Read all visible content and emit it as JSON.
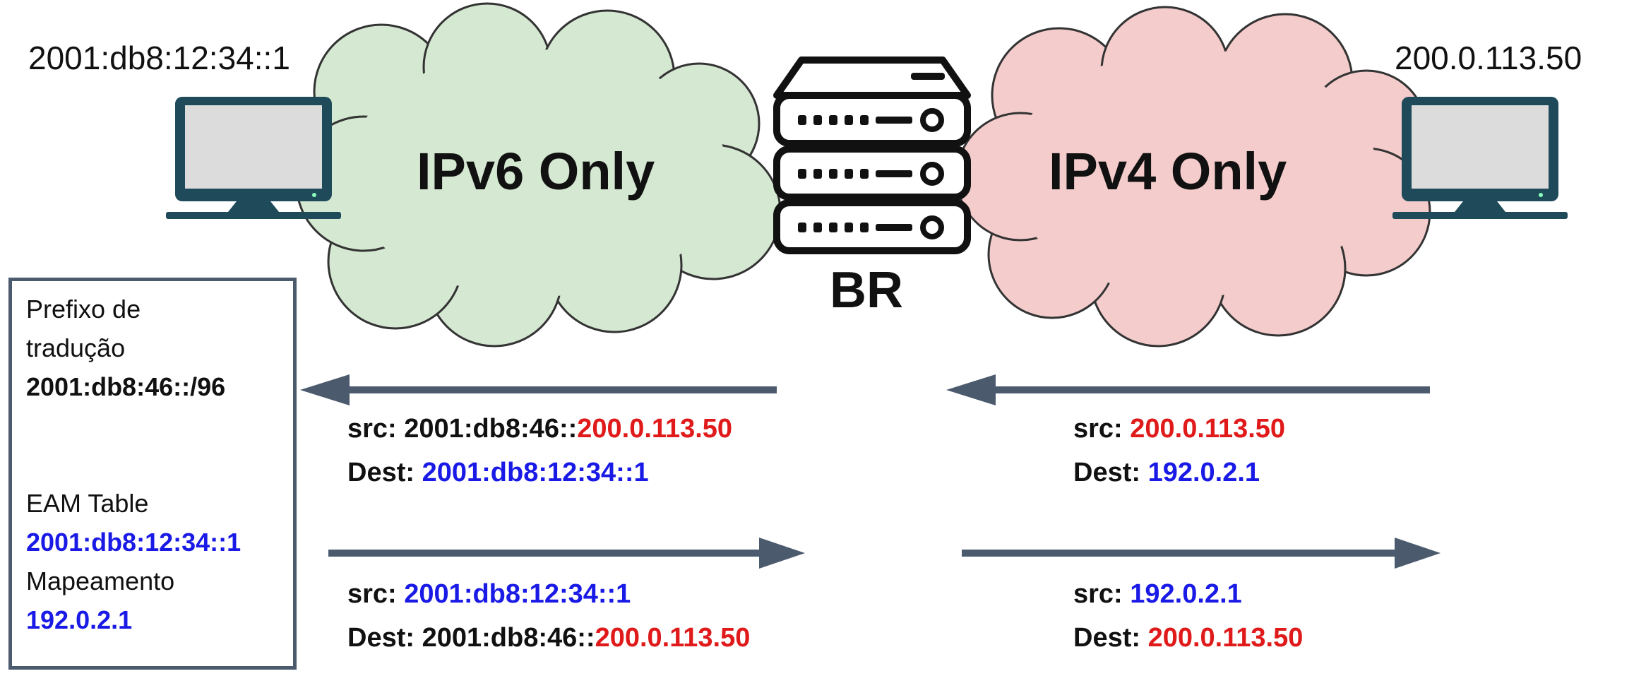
{
  "hosts": {
    "left_address": "2001:db8:12:34::1",
    "right_address": "200.0.113.50"
  },
  "clouds": {
    "left_label": "IPv6 Only",
    "right_label": "IPv4 Only"
  },
  "router": {
    "label": "BR"
  },
  "panel": {
    "prefix_title": "Prefixo de tradução",
    "prefix_value": "2001:db8:46::/96",
    "eam_title": "EAM Table",
    "eam_ipv6": "2001:db8:12:34::1",
    "mapping_title": "Mapeamento",
    "mapping_ipv4": "192.0.2.1"
  },
  "packets": {
    "ipv6_incoming": {
      "src_label": "src:",
      "src_prefix": "2001:db8:46::",
      "src_v4": "200.0.113.50",
      "dest_label": "Dest:",
      "dest_value": "2001:db8:12:34::1"
    },
    "ipv4_incoming": {
      "src_label": "src:",
      "src_value": "200.0.113.50",
      "dest_label": "Dest:",
      "dest_value": "192.0.2.1"
    },
    "ipv6_outgoing": {
      "src_label": "src:",
      "src_value": "2001:db8:12:34::1",
      "dest_label": "Dest:",
      "dest_prefix": "2001:db8:46::",
      "dest_v4": "200.0.113.50"
    },
    "ipv4_outgoing": {
      "src_label": "src:",
      "src_value": "192.0.2.1",
      "dest_label": "Dest:",
      "dest_value": "200.0.113.50"
    }
  },
  "colors": {
    "ipv6_cloud": "#d5e8d2",
    "ipv4_cloud": "#f4cccc",
    "arrow": "#4c5a6e",
    "blue_text": "#1a1ae6",
    "red_text": "#e01a1a"
  }
}
